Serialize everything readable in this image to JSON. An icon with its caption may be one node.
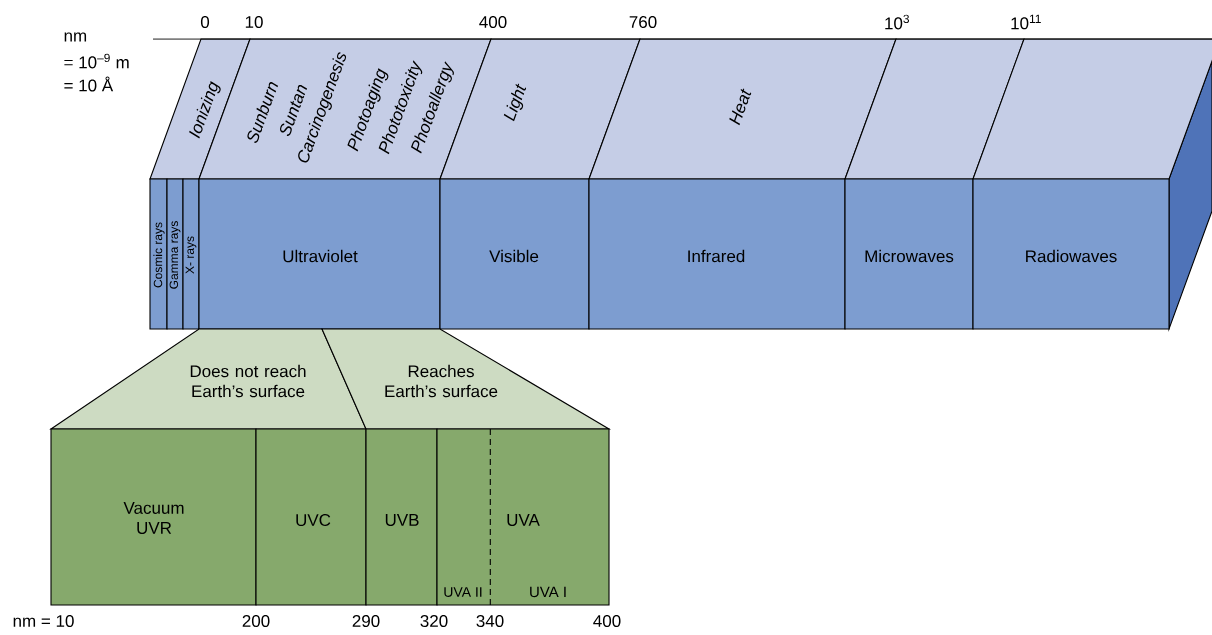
{
  "diagram": {
    "nodes": [
      {
        "text": [
          "Ionizing"
        ]
      },
      {
        "text": [
          "Sunburn",
          "Suntan",
          "Carcinogenesis",
          "Photoaging",
          "Phototoxicity",
          "Photoallergy"
        ]
      },
      {
        "text": [
          "Light"
        ]
      },
      {
        "text": [
          "Heat"
        ]
      },
      {
        "text": [],
        "shape": "box"
      },
      {
        "text": [],
        "shape": "box"
      },
      {
        "text": [
          "Cosmic rays"
        ]
      },
      {
        "text": [
          "Gamma rays"
        ]
      },
      {
        "text": [
          "X- rays"
        ]
      },
      {
        "text": [
          "Ultraviolet"
        ]
      },
      {
        "text": [
          "Visible"
        ]
      },
      {
        "text": [
          "Infrared"
        ]
      },
      {
        "text": [
          "Microwaves"
        ]
      },
      {
        "text": [
          "Radiowaves"
        ]
      },
      {
        "text": [
          "Does not reach Earth’s surface"
        ]
      },
      {
        "text": [
          "Reaches Earth’s surface"
        ]
      },
      {
        "text": [
          "Vacuum UVR"
        ]
      },
      {
        "text": [
          "UVC"
        ]
      },
      {
        "text": [
          "UVB"
        ]
      },
      {
        "text": [
          "UVA"
        ]
      },
      {
        "text": [
          "UVA II"
        ],
        "in": 19
      },
      {
        "text": [
          "UVA I"
        ],
        "in": 19
      }
    ],
    "labels": [
      "nm",
      "= 10$^{–9}$ m",
      "= 10 Å",
      "0",
      "10",
      "400",
      "760",
      "10$^{3}$",
      "10$^{11}$",
      "nm = 10",
      "200",
      "290",
      "320",
      "340",
      "400"
    ]
  }
}
